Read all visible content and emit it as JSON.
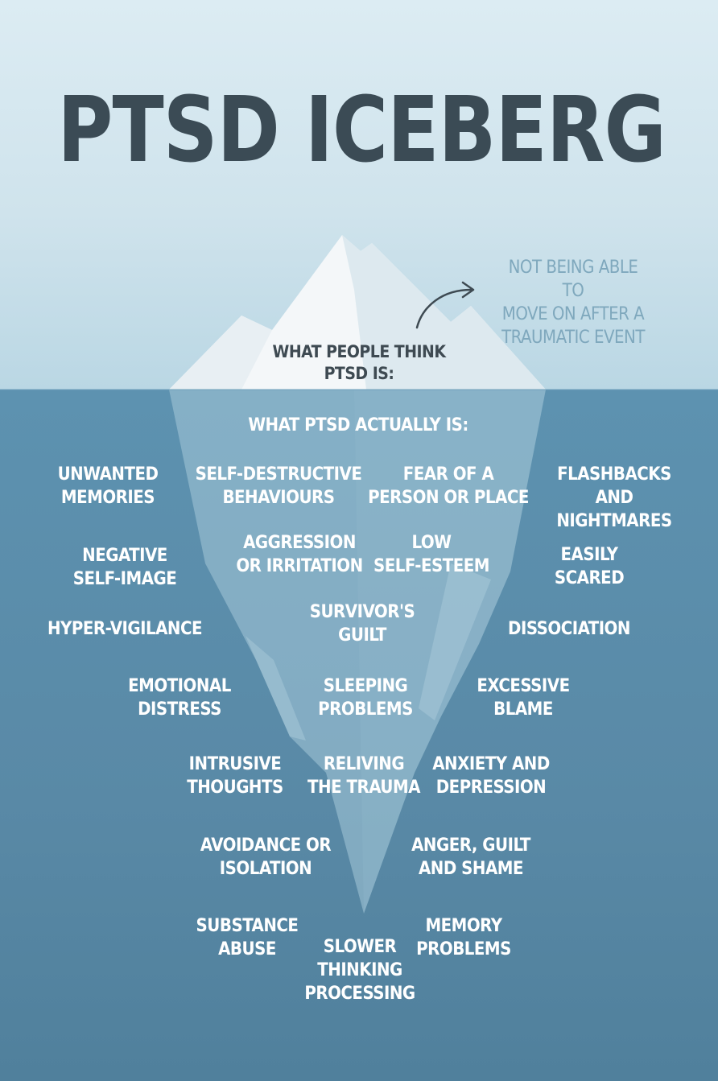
{
  "title": "PTSD ICEBERG",
  "above_water": {
    "heading": "WHAT PEOPLE THINK\nPTSD IS:",
    "note": "NOT BEING ABLE TO\nMOVE ON AFTER A\nTRAUMATIC EVENT"
  },
  "below_water": {
    "heading": "WHAT PTSD ACTUALLY IS:",
    "items": [
      "UNWANTED\nMEMORIES",
      "SELF-DESTRUCTIVE\nBEHAVIOURS",
      "FEAR OF A\nPERSON OR PLACE",
      "FLASHBACKS\nAND NIGHTMARES",
      "NEGATIVE\nSELF-IMAGE",
      "AGGRESSION\nOR IRRITATION",
      "LOW\nSELF-ESTEEM",
      "EASILY SCARED",
      "HYPER-VIGILANCE",
      "SURVIVOR'S\nGUILT",
      "DISSOCIATION",
      "EMOTIONAL\nDISTRESS",
      "SLEEPING\nPROBLEMS",
      "EXCESSIVE\nBLAME",
      "INTRUSIVE\nTHOUGHTS",
      "RELIVING\nTHE TRAUMA",
      "ANXIETY AND\nDEPRESSION",
      "AVOIDANCE OR\nISOLATION",
      "ANGER, GUILT\nAND SHAME",
      "SUBSTANCE\nABUSE",
      "MEMORY\nPROBLEMS",
      "SLOWER\nTHINKING\nPROCESSING"
    ]
  },
  "colors": {
    "sky": "#d8e9f1",
    "water": "#5b8fac",
    "title_text": "#3b4b55",
    "note_text": "#7fa8bd",
    "label_text": "#ffffff",
    "ice": "#f4f7f9"
  }
}
